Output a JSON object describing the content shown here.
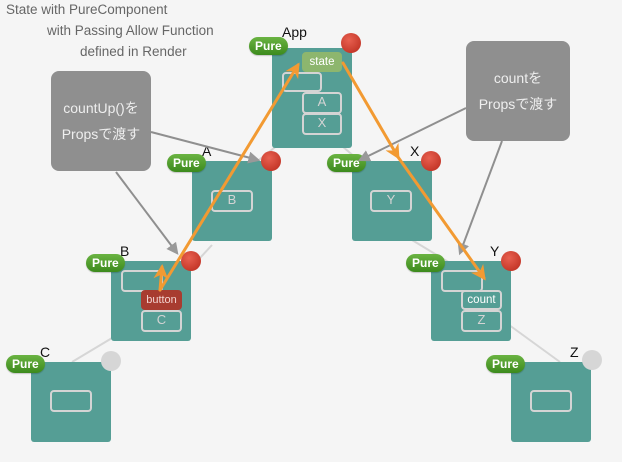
{
  "title": {
    "line1": "State with PureComponent",
    "line2": "with Passing Allow Function",
    "line3": "defined in Render"
  },
  "badge_label": "Pure",
  "components": {
    "app": {
      "name": "App",
      "status": "re-render",
      "slots": {
        "state": "state",
        "empty": "",
        "a": "A",
        "x": "X"
      }
    },
    "a": {
      "name": "A",
      "status": "re-render",
      "slots": {
        "b": "B"
      }
    },
    "x": {
      "name": "X",
      "status": "re-render",
      "slots": {
        "y": "Y"
      }
    },
    "b": {
      "name": "B",
      "status": "re-render",
      "slots": {
        "empty": "",
        "button": "button",
        "c": "C"
      }
    },
    "y": {
      "name": "Y",
      "status": "re-render",
      "slots": {
        "empty": "",
        "count": "count",
        "z": "Z"
      }
    },
    "c": {
      "name": "C",
      "status": "no-render",
      "slots": {
        "empty": ""
      }
    },
    "z": {
      "name": "Z",
      "status": "no-render",
      "slots": {
        "empty": ""
      }
    }
  },
  "notes": {
    "left": {
      "line1": "countUp()を",
      "line2": "Propsで渡す"
    },
    "right": {
      "line1": "countを",
      "line2": "Propsで渡す"
    }
  },
  "colors": {
    "component": "#559e95",
    "pure_badge": "#4e9e2c",
    "render_dot": "#c9392a",
    "idle_dot": "#d6d6d6",
    "state_slot": "#8db66e",
    "button_slot": "#a83c30",
    "flow_arrow": "#f29a32",
    "note": "#8f8f8f"
  }
}
